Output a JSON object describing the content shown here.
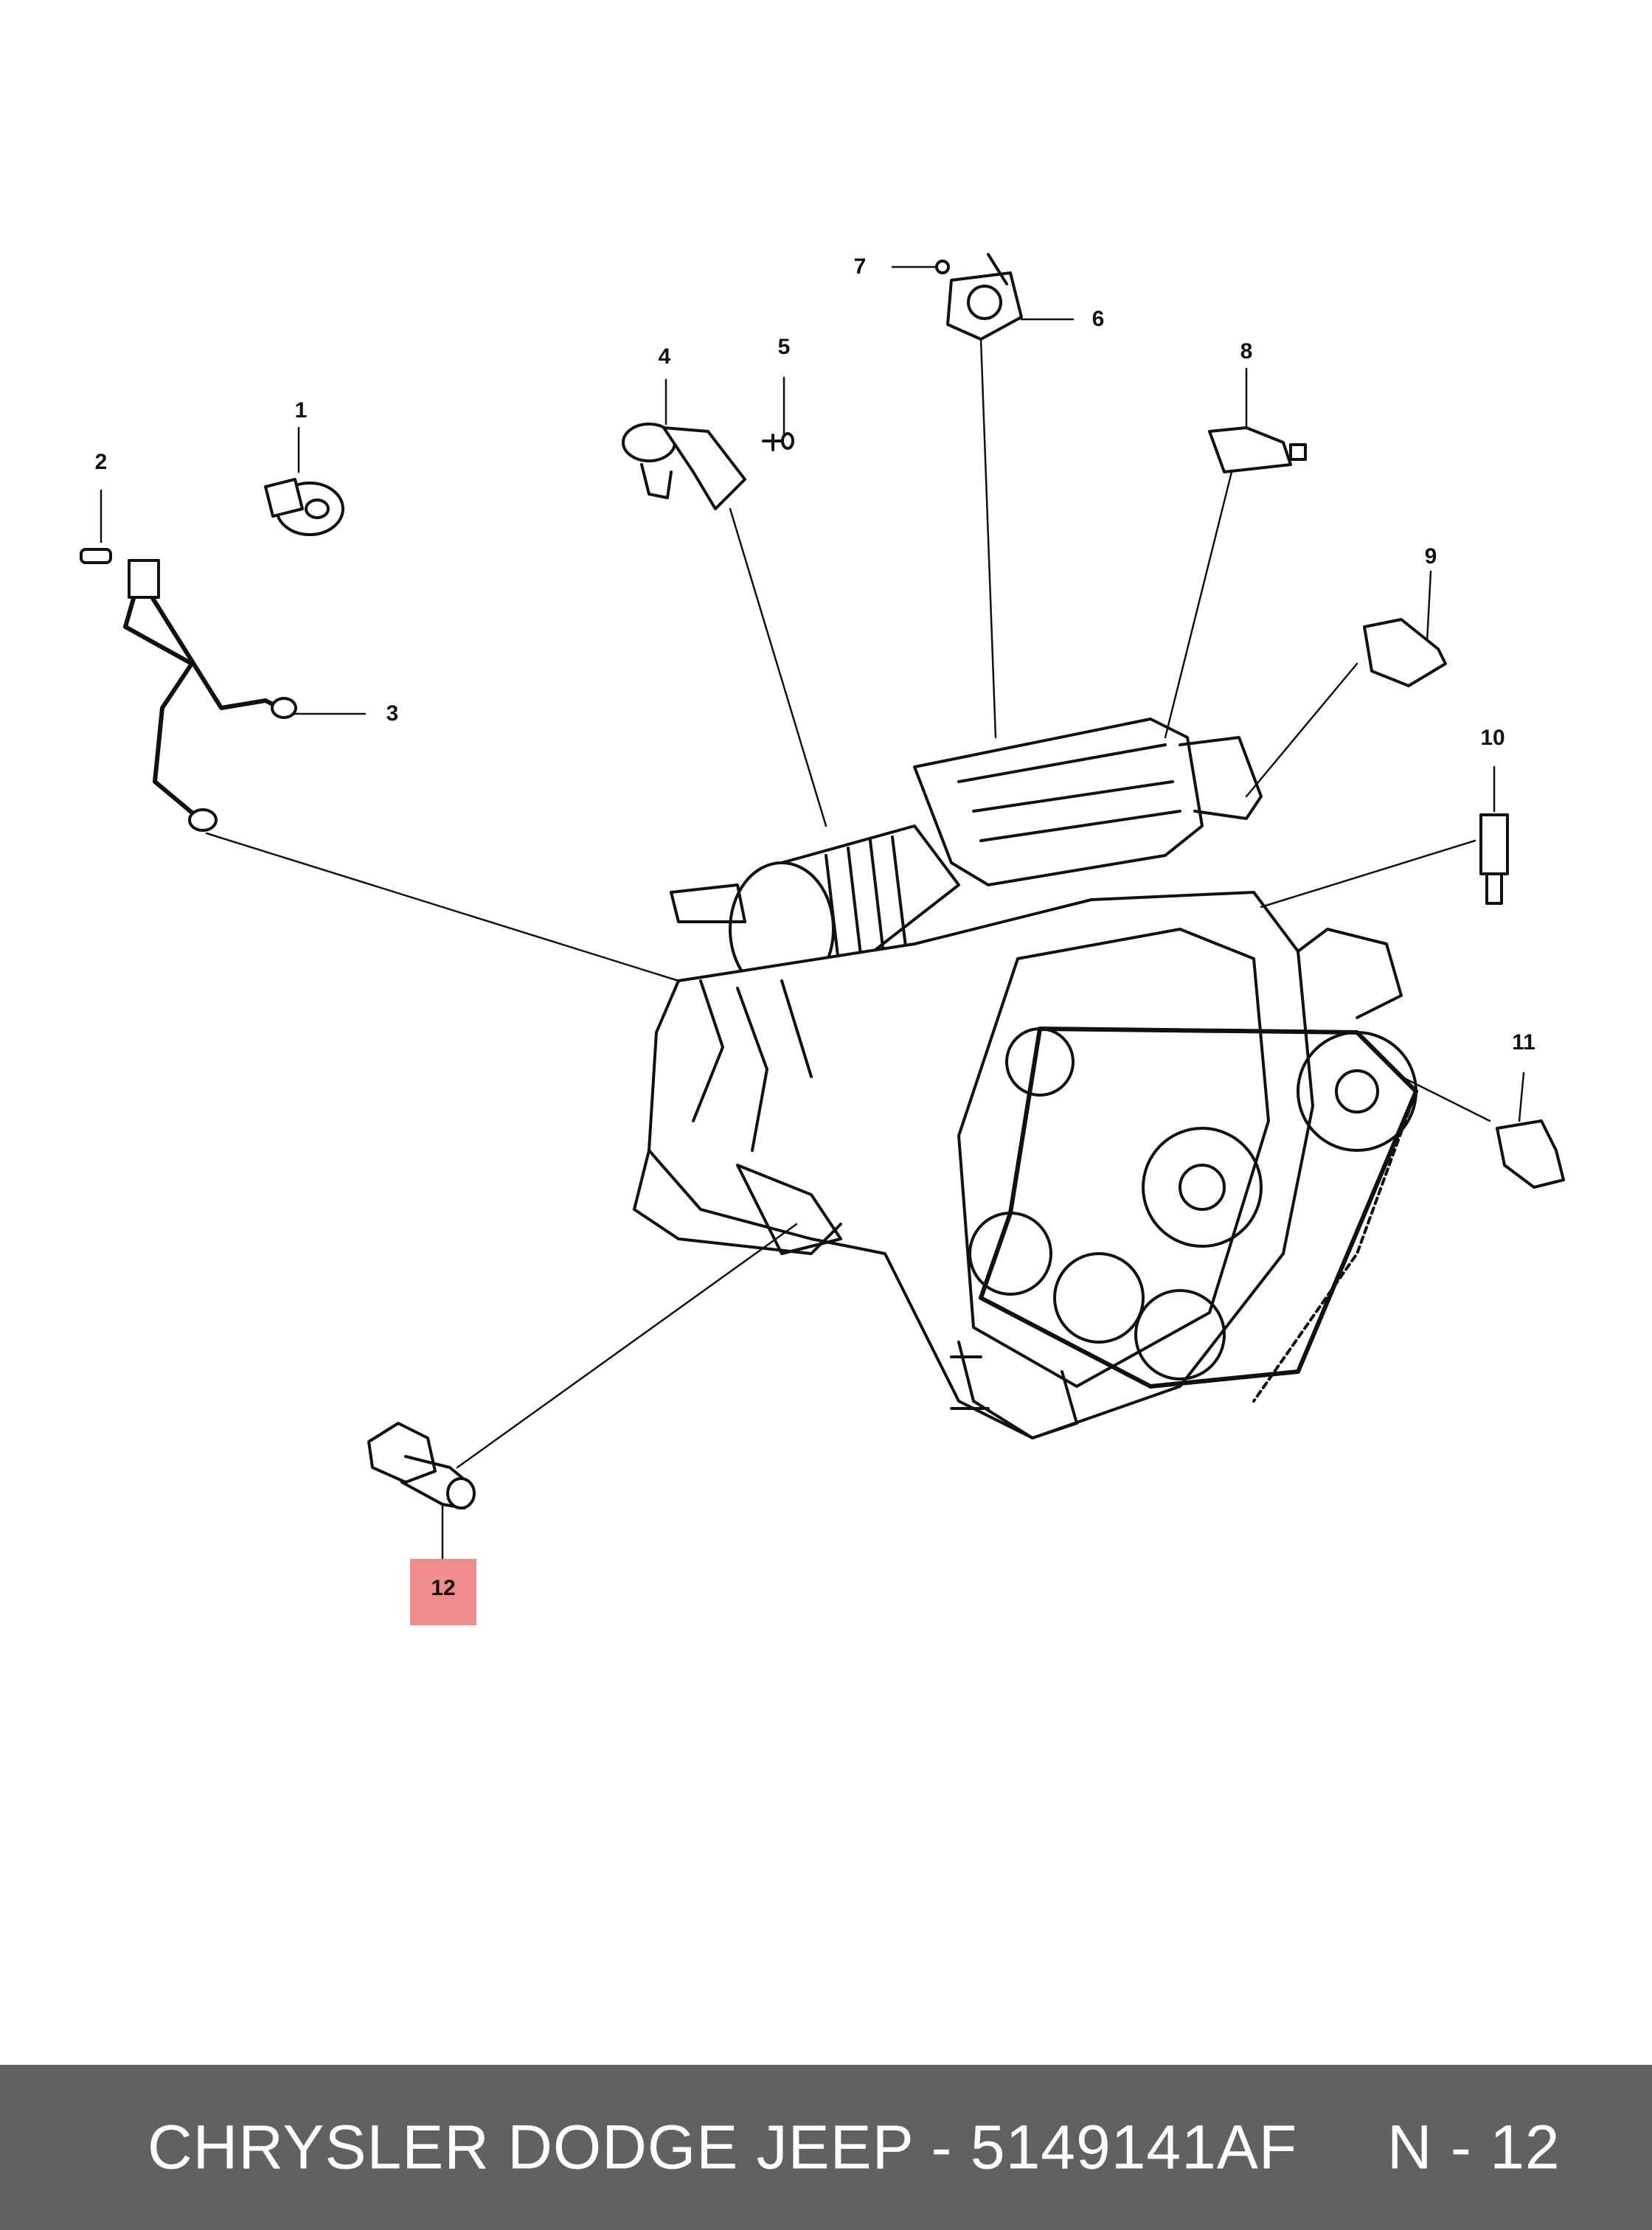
{
  "diagram": {
    "callouts": {
      "c1": "1",
      "c2": "2",
      "c3": "3",
      "c4": "4",
      "c5": "5",
      "c6": "6",
      "c7": "7",
      "c8": "8",
      "c9": "9",
      "c10": "10",
      "c11": "11",
      "c12": "12"
    },
    "highlighted_callout": "12",
    "highlight_color": "#ef8c8c"
  },
  "footer": {
    "text": "CHRYSLER DODGE JEEP - 5149141AF     N - 12",
    "background": "#616161",
    "text_color": "#ffffff"
  }
}
